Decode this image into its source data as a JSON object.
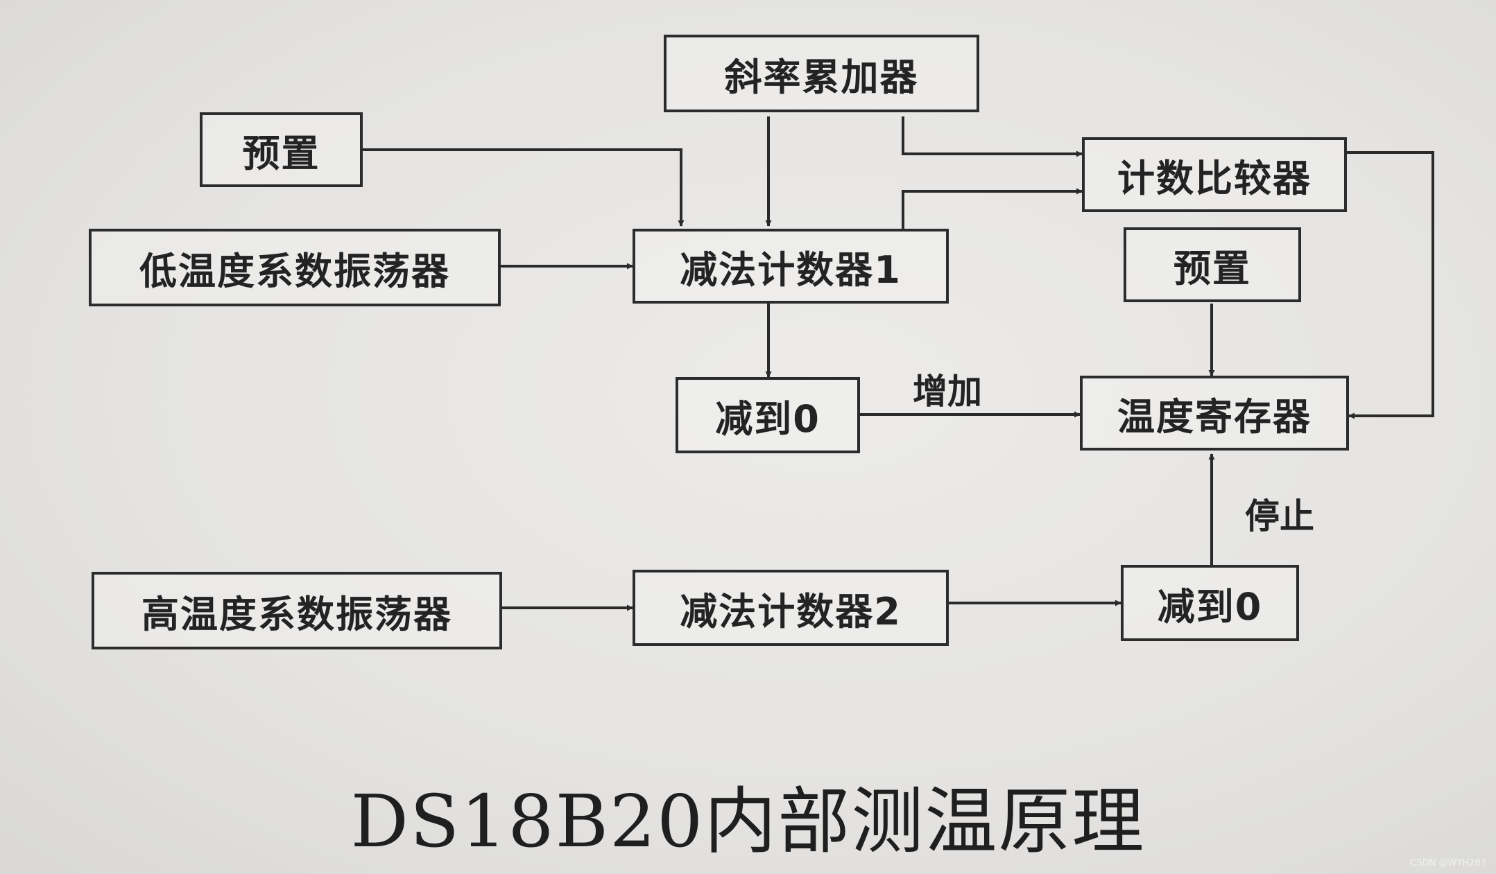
{
  "diagram": {
    "boxes": {
      "slope_accumulator": "斜率累加器",
      "preset_left": "预置",
      "low_temp_oscillator": "低温度系数振荡器",
      "down_counter_1": "减法计数器1",
      "count_comparator": "计数比较器",
      "preset_right": "预置",
      "decrement_to_zero_1": "减到0",
      "temperature_register": "温度寄存器",
      "high_temp_oscillator": "高温度系数振荡器",
      "down_counter_2": "减法计数器2",
      "decrement_to_zero_2": "减到0"
    },
    "edge_labels": {
      "increase": "增加",
      "stop": "停止"
    },
    "caption": "DS18B20内部测温原理",
    "watermark": "CSDN @WYH287"
  }
}
